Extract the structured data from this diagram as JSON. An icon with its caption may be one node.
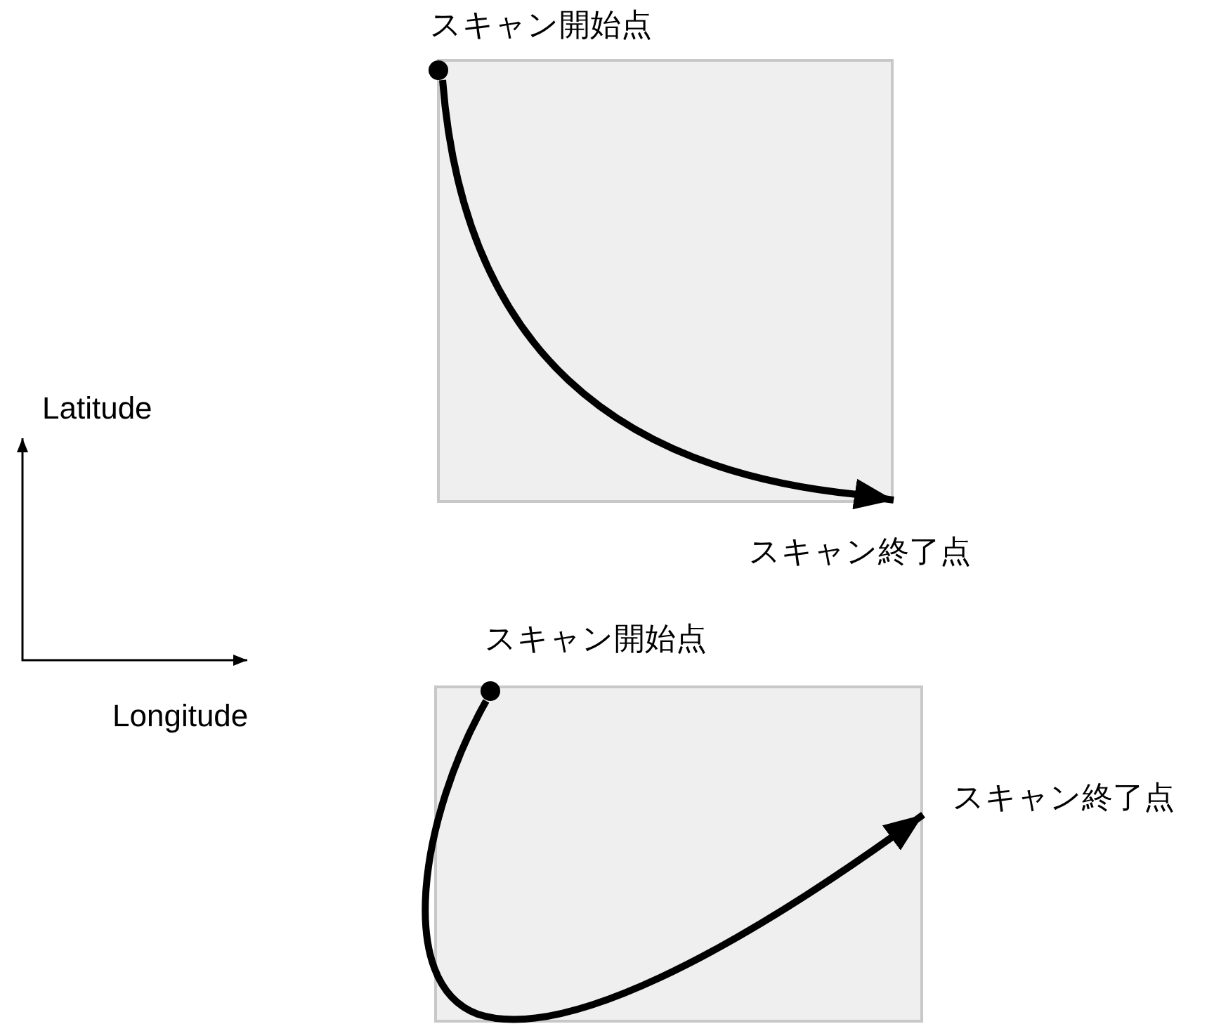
{
  "diagram": {
    "nodes": [
      {
        "text": [],
        "shape": "box"
      },
      {
        "text": [],
        "shape": "circle",
        "in": 0,
        "beside": [
          "スキャン開始点"
        ]
      },
      {
        "text": [],
        "shape": "box"
      },
      {
        "text": [],
        "shape": "circle",
        "in": 2,
        "beside": [
          "スキャン開始点"
        ]
      }
    ],
    "edges": [
      {
        "from": 1,
        "to": null,
        "arrow": "to"
      },
      {
        "from": 3,
        "to": null,
        "arrow": "to"
      }
    ],
    "labels": [
      "Latitude",
      "スキャン終了点",
      "Longitude",
      "スキャン終了点"
    ]
  }
}
